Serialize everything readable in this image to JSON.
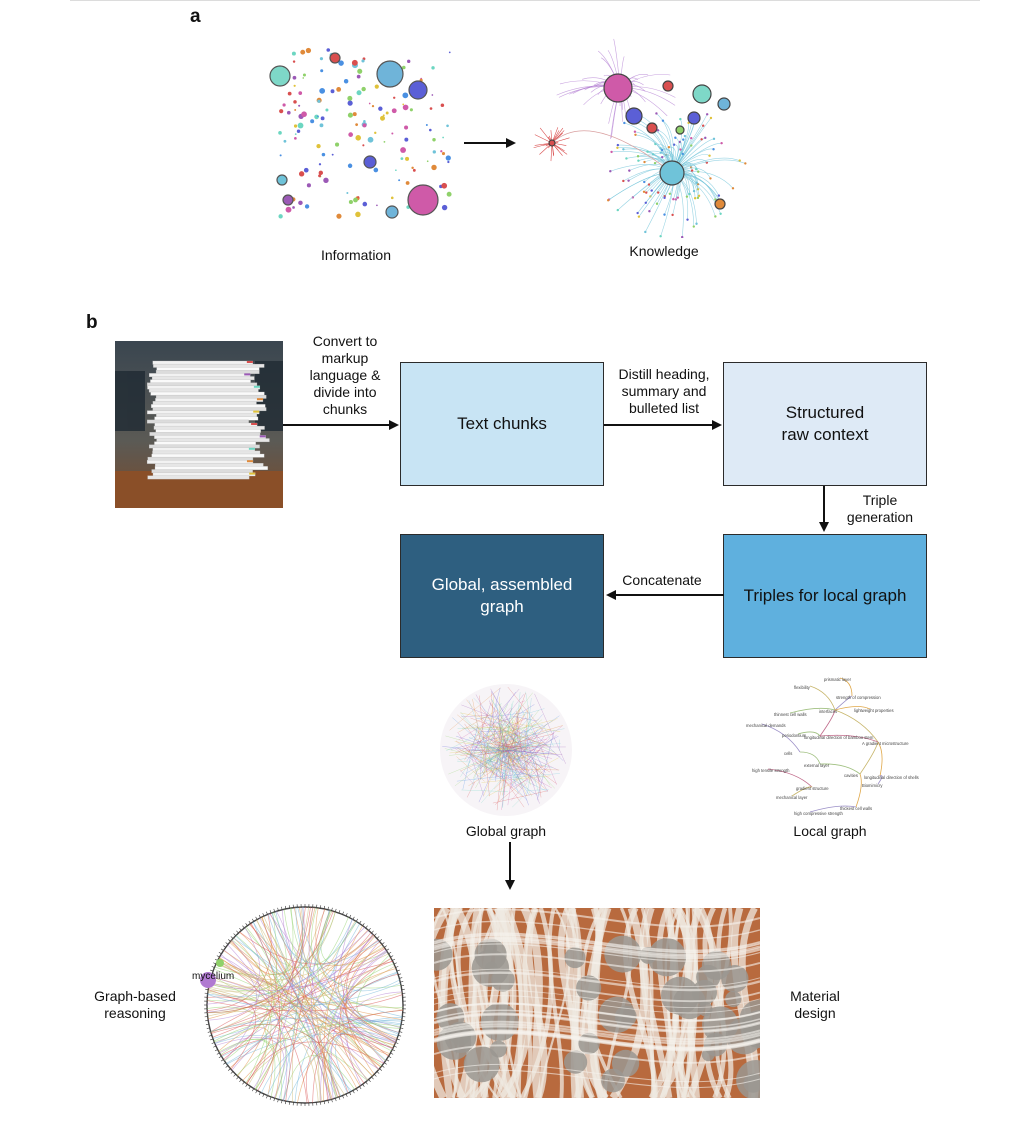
{
  "panel_a": {
    "letter": "a",
    "left_label": "Information",
    "right_label": "Knowledge"
  },
  "panel_b": {
    "letter": "b",
    "edge_convert": "Convert to\nmarkup\nlanguage &\ndivide into\nchunks",
    "edge_distill": "Distill heading,\nsummary and\nbulleted list",
    "edge_triple": "Triple\ngeneration",
    "edge_concat": "Concatenate",
    "box_text_chunks": "Text chunks",
    "box_structured": "Structured\nraw context",
    "box_triples": "Triples for local graph",
    "box_global": "Global, assembled\ngraph",
    "label_global_graph": "Global graph",
    "label_local_graph": "Local graph",
    "label_reasoning": "Graph-based\nreasoning",
    "label_material": "Material\ndesign",
    "node_mycelium": "mycelium"
  },
  "local_graph_nodes": [
    "flexibility",
    "prismatic layer",
    "strength of compression",
    "thinnest cell walls",
    "interfaces",
    "lightweight properties",
    "mechanical demands",
    "periodontium",
    "longitudinal direction of bamboo stem",
    "A gradient microstructure",
    "cells",
    "external layer",
    "high tensile strength",
    "cavities",
    "longitudinal direction of shells",
    "Biomimicry",
    "gradient structure",
    "mechanical layer",
    "thickest cell walls",
    "high compressive strength"
  ],
  "colors": {
    "box_light_blue": "#c8e4f4",
    "box_pale_blue": "#deeaf6",
    "box_mid_blue": "#5fb0de",
    "box_dark_blue": "#2e5f80"
  }
}
